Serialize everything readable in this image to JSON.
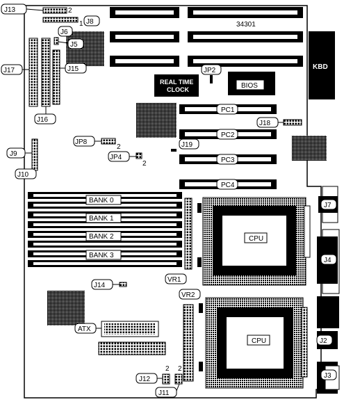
{
  "board": {
    "part_number": "34301",
    "labels": {
      "j13": "J13",
      "j8": "J8",
      "j6": "J6",
      "j5": "J5",
      "j17": "J17",
      "j15": "J15",
      "j16": "J16",
      "jp2": "JP2",
      "kbd": "KBD",
      "bios": "BIOS",
      "rtc_line1": "REAL TIME",
      "rtc_line2": "CLOCK",
      "pc1": "PC1",
      "pc2": "PC2",
      "pc3": "PC3",
      "pc4": "PC4",
      "j18": "J18",
      "jp8": "JP8",
      "j19": "J19",
      "j9": "J9",
      "jp4": "JP4",
      "j10": "J10",
      "bank0": "BANK 0",
      "bank1": "BANK 1",
      "bank2": "BANK 2",
      "bank3": "BANK 3",
      "j7": "J7",
      "cpu1": "CPU",
      "j4": "J4",
      "vr1": "VR1",
      "j14": "J14",
      "vr2": "VR2",
      "cpu2": "CPU",
      "atx": "ATX",
      "j2": "J2",
      "j3": "J3",
      "j12": "J12",
      "j11": "J11"
    },
    "pin_marks": {
      "j13_2": "2",
      "j8_1": "1",
      "jp8_2": "2",
      "jp4_2": "2",
      "j12_2": "2",
      "j11_2": "2"
    }
  }
}
